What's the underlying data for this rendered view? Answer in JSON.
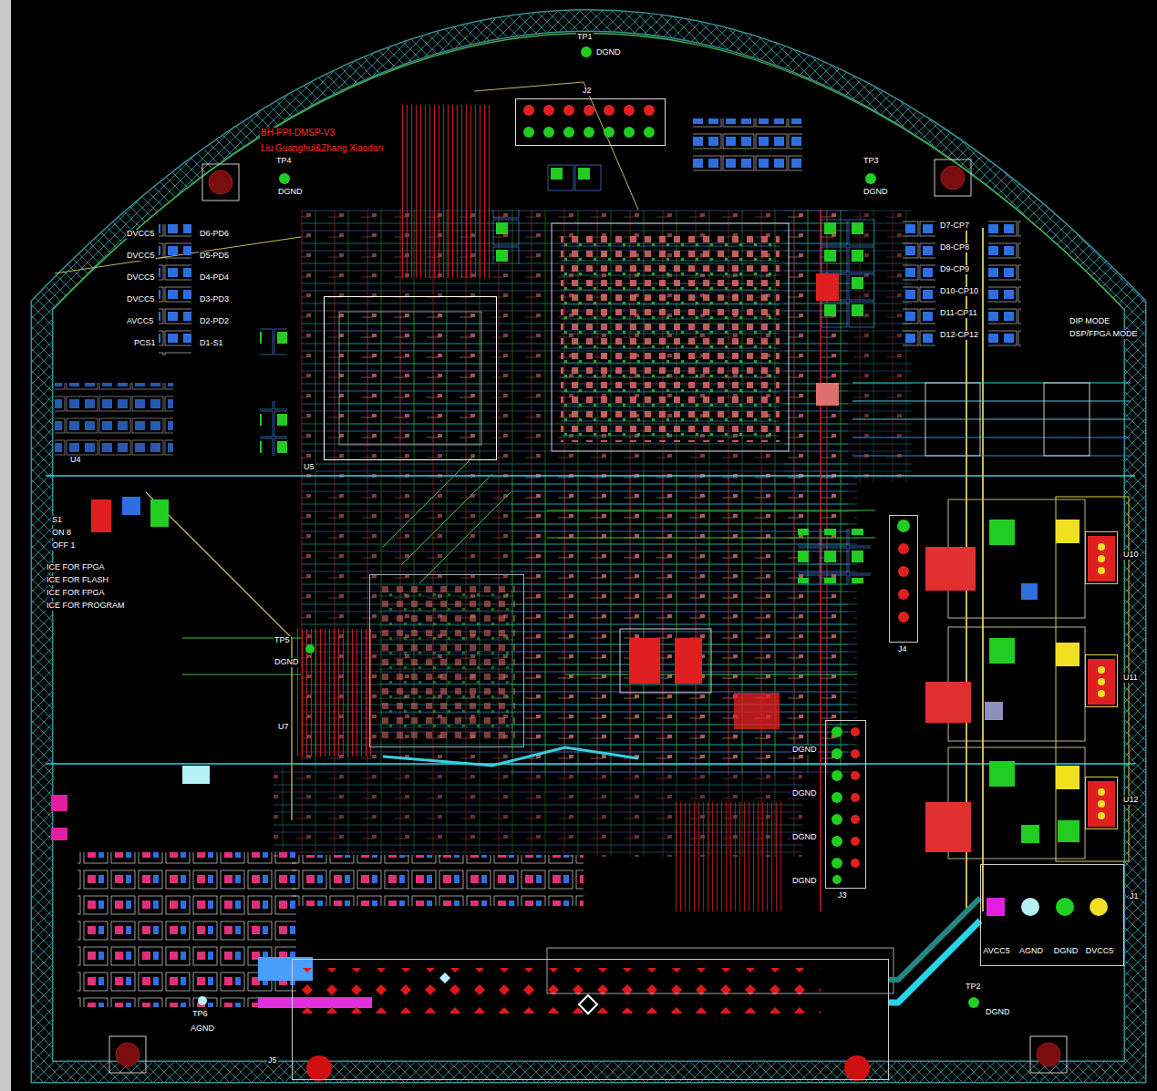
{
  "diagram": {
    "title": "BH-PPI-DMSP-V3",
    "nodes": [
      {
        "text": [
          "J2"
        ]
      },
      {
        "text": [
          "U5"
        ]
      },
      {
        "text": [
          "U7"
        ]
      },
      {
        "text": [
          "J4"
        ]
      },
      {
        "text": [
          "U10"
        ]
      },
      {
        "text": [
          "U11"
        ]
      },
      {
        "text": [
          "U12"
        ]
      },
      {
        "text": [
          "J3"
        ]
      },
      {
        "text": [
          "J1",
          "AVCC5",
          "AGND",
          "DGND",
          "DVCC5"
        ]
      },
      {
        "text": [
          "J5"
        ]
      }
    ],
    "edges": [
      {
        "from": 8,
        "to": 9,
        "arrow": "none"
      },
      {
        "from": 8,
        "to": 9,
        "arrow": "none"
      }
    ],
    "labels": [
      "Liu Guanghui&Zhang Xiaodan",
      "TP1",
      "DGND",
      "TP4",
      "DGND",
      "TP3",
      "DGND",
      "DVCC5",
      "D6-PD6",
      "DVCC5",
      "D5-PD5",
      "DVCC5",
      "D4-PD4",
      "DVCC5",
      "D3-PD3",
      "AVCC5",
      "D2-PD2",
      "PCS1",
      "D1-S1",
      "D7-CP7",
      "D8-CP8",
      "D9-CP9",
      "D10-CP10",
      "D11-CP11",
      "D12-CP12",
      "DIP MODE",
      "DSP/FPGA MODE",
      "U4",
      "S1",
      "ON 8",
      "OFF 1",
      "ICE FOR FPGA",
      "ICE FOR FLASH",
      "ICE FOR FPGA",
      "ICE FOR PROGRAM",
      "TP5",
      "DGND",
      "TP6",
      "AGND",
      "TP2",
      "DGND",
      "DGND",
      "DGND",
      "DGND",
      "DGND"
    ]
  }
}
